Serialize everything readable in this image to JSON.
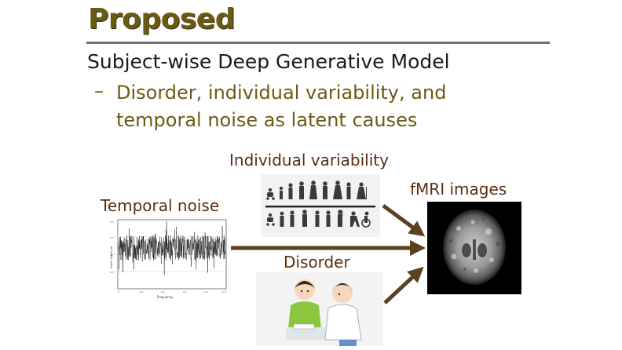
{
  "title": "Proposed",
  "heading": "Subject-wise Deep Generative Model",
  "bullet": {
    "marker": "–",
    "text": "Disorder, individual variability, and temporal noise as latent causes"
  },
  "diagram": {
    "individual_variability_label": "Individual variability",
    "temporal_noise_label": "Temporal noise",
    "fmri_label": "fMRI images",
    "disorder_label": "Disorder",
    "noise_plot_xlabel": "Frequency",
    "noise_plot_ylabel": "Power Spectrum",
    "arrow_color": "#5b4120"
  },
  "colors": {
    "title": "#6b5a14",
    "bullet": "#6b5a14",
    "label": "#5a2e12",
    "rule": "#6f6f6f"
  }
}
